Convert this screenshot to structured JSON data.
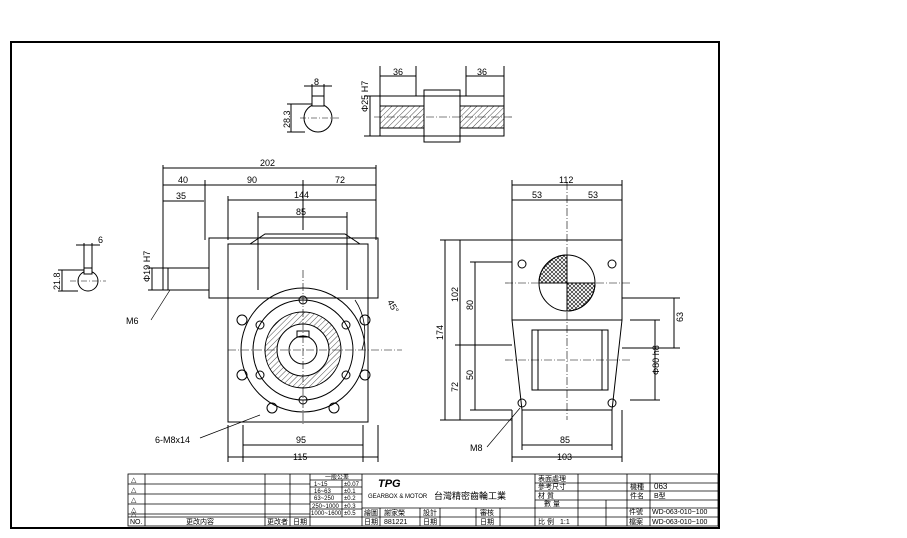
{
  "top_views": {
    "key_hole": {
      "width": "8",
      "height": "28.3"
    },
    "shaft": {
      "diameter": "Φ25 H7",
      "left_len": "36",
      "right_len": "36"
    }
  },
  "front_view": {
    "overall_width": "202",
    "seg_left": "40",
    "seg_mid": "90",
    "seg_right": "72",
    "offset": "35",
    "body_width": "144",
    "flange_width": "85",
    "input_diameter": "Φ19 H7",
    "thread_left": "M6",
    "angle": "45°",
    "bolts": "6-M8x14",
    "base_inner": "95",
    "base_outer": "115"
  },
  "side_key": {
    "width": "6",
    "height": "21.8"
  },
  "side_view": {
    "overall_width": "112",
    "half_left": "53",
    "half_right": "53",
    "total_height": "174",
    "upper_height": "102",
    "shaft_to_mid": "80",
    "lower_height": "72",
    "lower_mid": "50",
    "bore_diameter": "Φ80 h8",
    "right_height": "63",
    "thread": "M8",
    "base_inner": "85",
    "base_outer": "103"
  },
  "title_block": {
    "rev_rows": [
      "△",
      "△",
      "△",
      "△",
      "△"
    ],
    "rev_footer": [
      "NO.",
      "更改内容",
      "更改者",
      "日期"
    ],
    "tol_header": "一般公差",
    "tol_rows": [
      [
        "1~15",
        "±0.07"
      ],
      [
        "16~63",
        "±0.1"
      ],
      [
        "63~250",
        "±0.2"
      ],
      [
        "250~1000",
        "±0.3"
      ],
      [
        "1000~1600",
        "±0.5"
      ]
    ],
    "logo_text": "TPG",
    "company_en": "GEARBOX & MOTOR",
    "company_zh": "台灣精密齒輪工業",
    "materials_label": "表面處理",
    "dims_label": "參考尺寸",
    "material_label": "材 質",
    "qty_label": "數 量",
    "ratio_label": "比 例",
    "ratio_value": "1:1",
    "design_label": "繪圖",
    "design_value": "謝家榮",
    "check_label": "設計",
    "approve_label": "審核",
    "date_label": "日期",
    "date_value": "881221",
    "date_label2": "日期",
    "date_label3": "日期",
    "model_label": "機種",
    "model_value": "063",
    "part_label": "件名",
    "part_value": "B型",
    "dwg_label": "件號",
    "dwg_value": "WD-063-010~100",
    "file_label": "檔案",
    "file_value": "WD-063-010~100"
  }
}
